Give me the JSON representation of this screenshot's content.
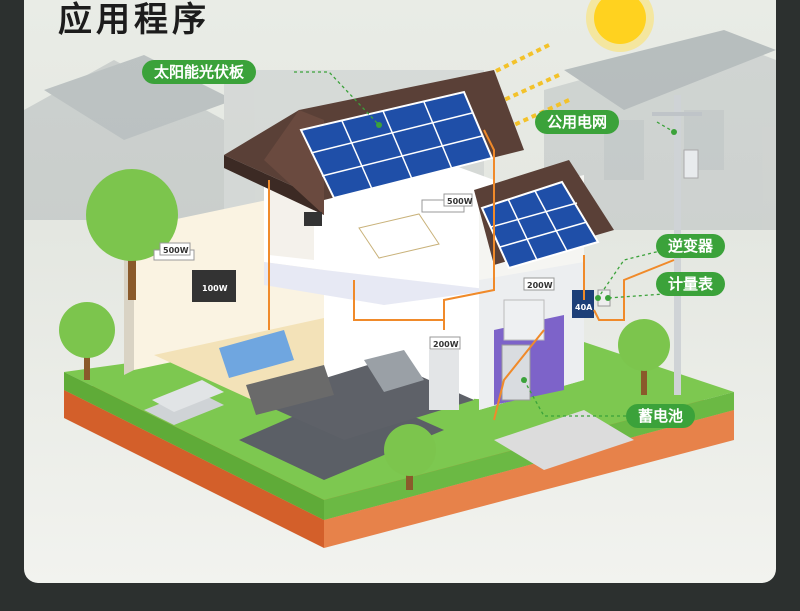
{
  "title": "应用程序",
  "labels": {
    "solar_panel": "太阳能光伏板",
    "utility_grid": "公用电网",
    "inverter": "逆变器",
    "meter": "计量表",
    "battery": "蓄电池"
  },
  "wattage": [
    "500W",
    "500W",
    "100W",
    "200W",
    "200W",
    "40A"
  ],
  "colors": {
    "label_green": "#3ba23a",
    "panel_blue": "#1f4fa8",
    "wire_orange": "#f08a2a",
    "background_dark": "#2c302f"
  }
}
